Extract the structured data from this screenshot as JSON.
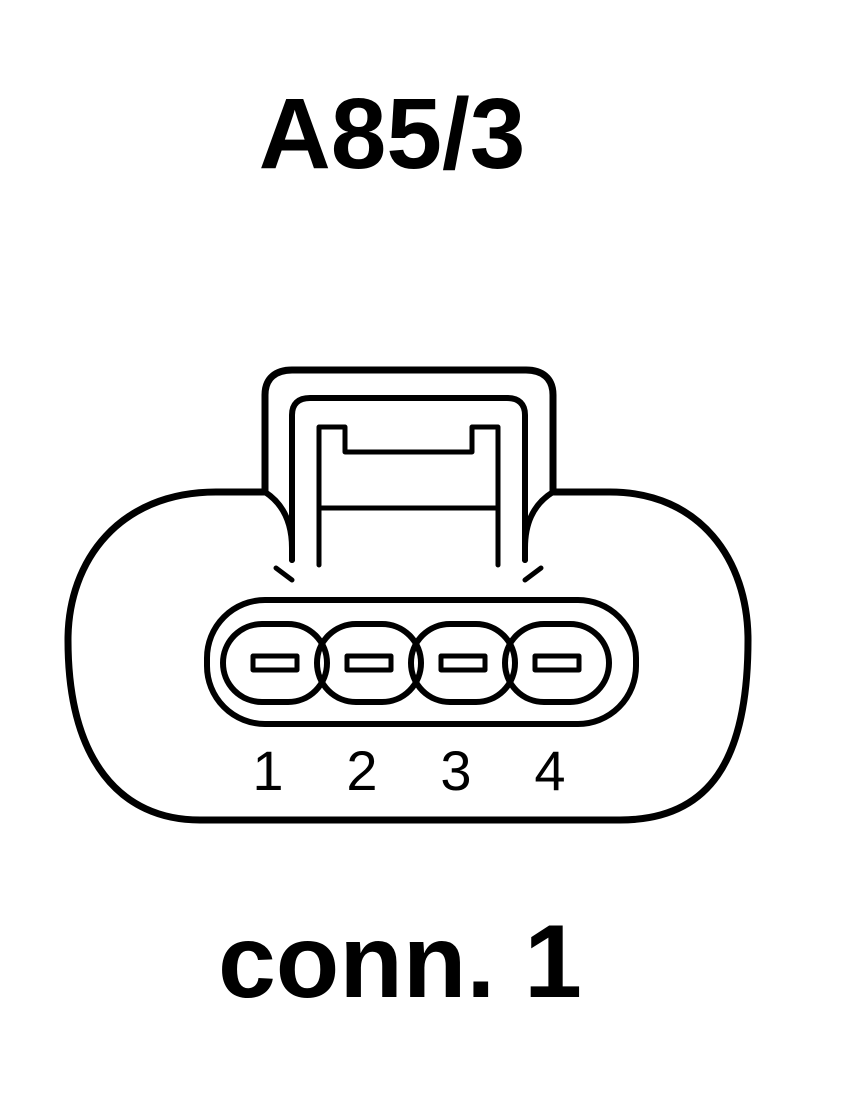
{
  "title": "A85/3",
  "connector_label": "conn. 1",
  "pins": [
    {
      "number": "1"
    },
    {
      "number": "2"
    },
    {
      "number": "3"
    },
    {
      "number": "4"
    }
  ],
  "colors": {
    "line": "#000000",
    "background": "#ffffff"
  }
}
